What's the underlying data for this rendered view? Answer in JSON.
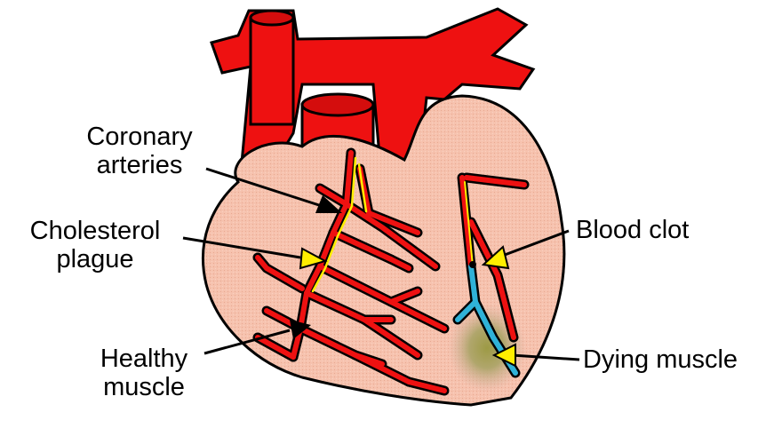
{
  "labels": {
    "coronary_arteries_1": "Coronary",
    "coronary_arteries_2": "arteries",
    "cholesterol_plaque_1": "Cholesterol",
    "cholesterol_plaque_2": "plague",
    "healthy_muscle_1": "Healthy",
    "healthy_muscle_2": "muscle",
    "blood_clot": "Blood clot",
    "dying_muscle": "Dying muscle"
  },
  "colors": {
    "heart_muscle": "#f7c4b0",
    "artery_red": "#ee1111",
    "plaque_yellow": "#ffee00",
    "blocked_artery_blue": "#2fb2d8",
    "dying_area": "#9a9a55",
    "outline": "#000000"
  }
}
